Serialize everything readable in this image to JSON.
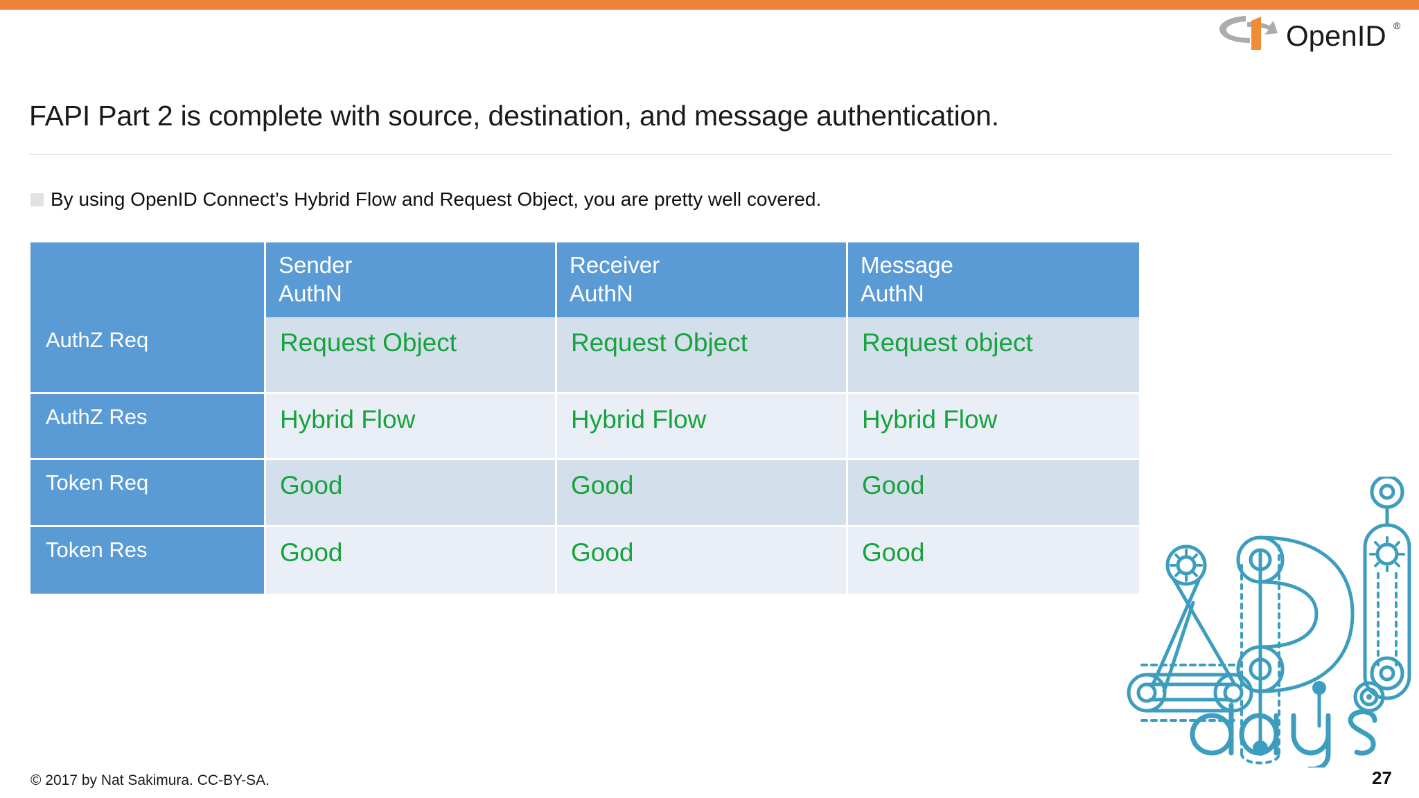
{
  "slide": {
    "title": "FAPI Part 2 is complete with source, destination, and message authentication.",
    "bullet": "By using OpenID Connect’s Hybrid Flow and Request Object, you are pretty well covered.",
    "copyright": "© 2017 by Nat Sakimura. CC-BY-SA.",
    "page_number": "27"
  },
  "brand": {
    "openid_name": "OpenID",
    "openid_registered_mark": "®",
    "apidays_name": "APIdays",
    "colors": {
      "top_bar_orange": "#ED8239",
      "header_blue": "#5B9BD5",
      "band_a": "#D4DFEC",
      "band_b": "#E9EEF7",
      "value_green": "#16A33C",
      "apidays_teal": "#3C9DBE",
      "openid_orange": "#F08C33",
      "openid_grey": "#ACACAC"
    }
  },
  "chart_data": {
    "type": "table",
    "title": "FAPI Part 2 authentication coverage matrix",
    "corner_label": "",
    "columns": [
      "",
      "Sender\nAuthN",
      "Receiver\nAuthN",
      "Message\nAuthN"
    ],
    "column_headers": [
      {
        "line1": "",
        "line2": ""
      },
      {
        "line1": "Sender",
        "line2": "AuthN"
      },
      {
        "line1": "Receiver",
        "line2": "AuthN"
      },
      {
        "line1": "Message",
        "line2": "AuthN"
      }
    ],
    "rows": [
      {
        "label": "AuthZ Req",
        "values": [
          "Request Object",
          "Request Object",
          "Request object"
        ]
      },
      {
        "label": "AuthZ Res",
        "values": [
          "Hybrid Flow",
          "Hybrid Flow",
          "Hybrid Flow"
        ]
      },
      {
        "label": "Token Req",
        "values": [
          "Good",
          "Good",
          "Good"
        ]
      },
      {
        "label": "Token Res",
        "values": [
          "Good",
          "Good",
          "Good"
        ]
      }
    ]
  }
}
